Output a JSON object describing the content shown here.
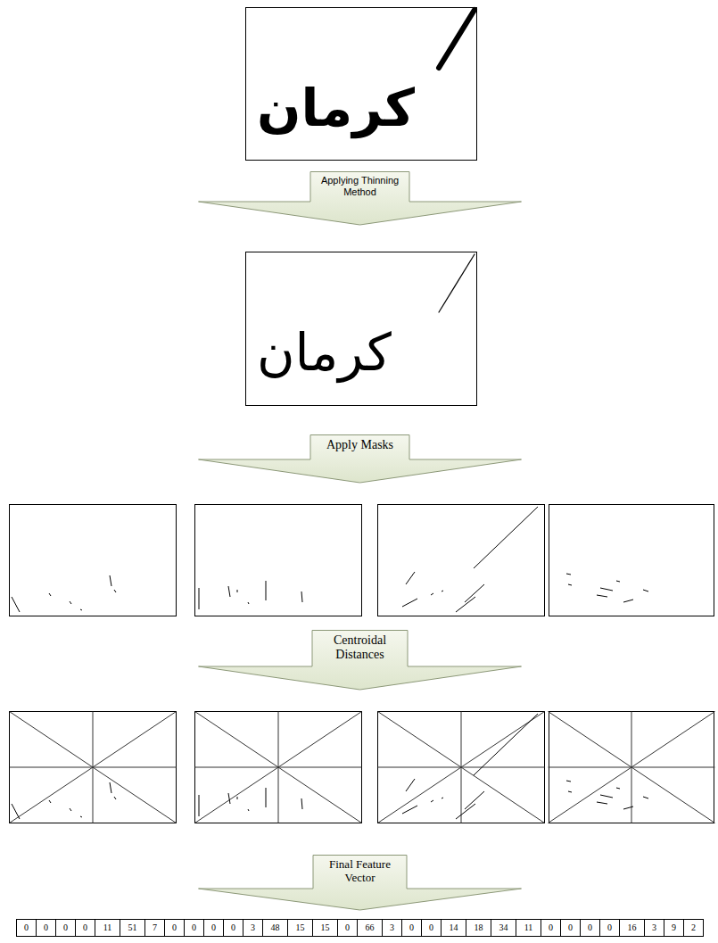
{
  "diagram": {
    "nodes": [
      {
        "text": [
          "کرمان"
        ]
      },
      {
        "text": [
          "Applying Thinning Method"
        ]
      },
      {
        "text": [
          "کرمان"
        ]
      },
      {
        "text": [
          "Apply Masks"
        ]
      },
      {
        "text": [
          "Centroidal Distances"
        ]
      },
      {
        "text": [
          "Final Feature Vector"
        ]
      }
    ],
    "labels": [
      "0",
      "0",
      "0",
      "0",
      "11",
      "51",
      "7",
      "0",
      "0",
      "0",
      "0",
      "3",
      "48",
      "15",
      "15",
      "0",
      "66",
      "3",
      "0",
      "0",
      "14",
      "18",
      "34",
      "11",
      "0",
      "0",
      "0",
      "0",
      "16",
      "3",
      "9",
      "2"
    ]
  }
}
